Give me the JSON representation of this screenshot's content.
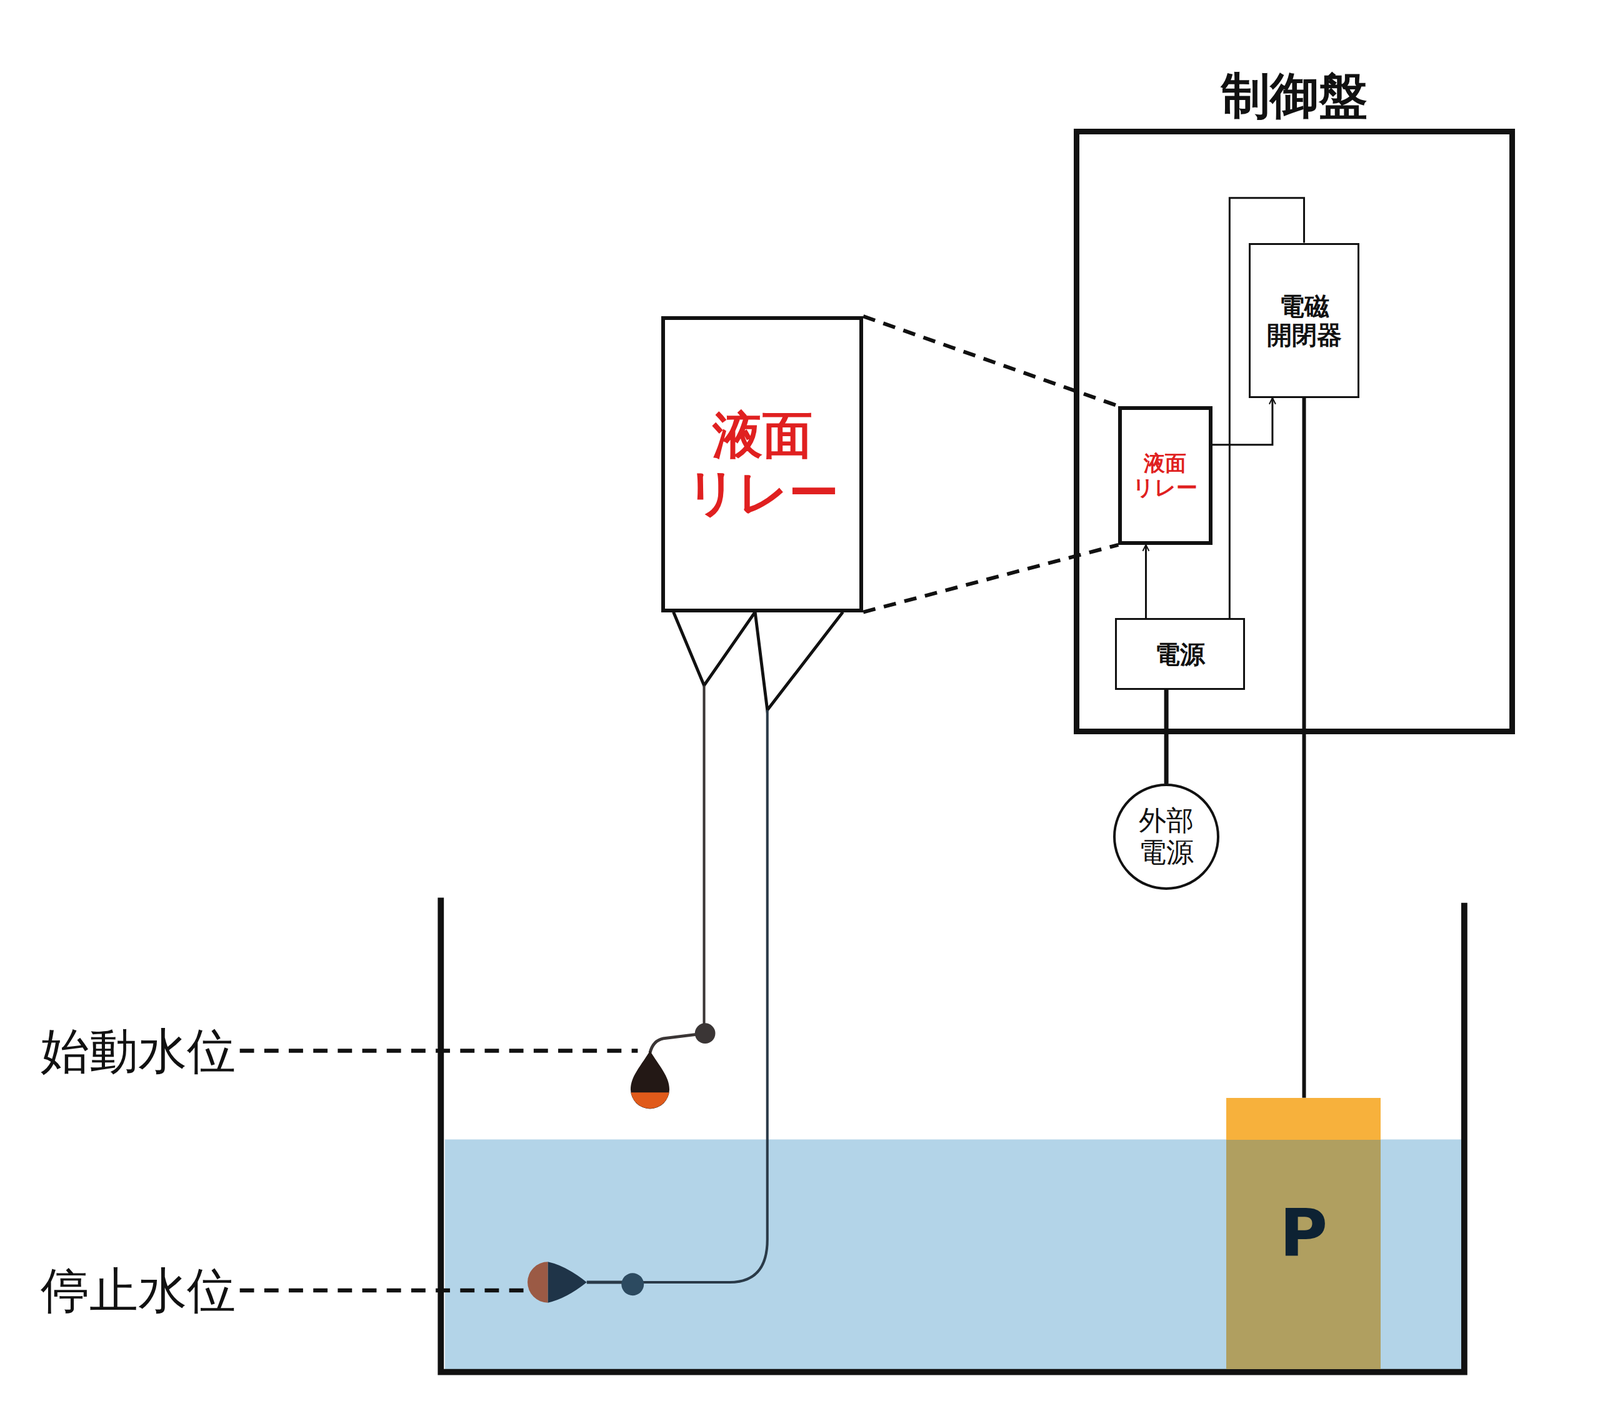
{
  "diagram": {
    "nodes": [
      {
        "text": [
          "制御盤"
        ]
      },
      {
        "text": [
          "電磁 開閉器"
        ],
        "in": 0
      },
      {
        "text": [
          "液面 リレー"
        ],
        "in": 0
      },
      {
        "text": [
          "電源"
        ],
        "in": 0
      },
      {
        "text": [
          "液面 リレー"
        ]
      },
      {
        "text": [
          "外部 電源"
        ]
      },
      {
        "text": [
          "P"
        ]
      }
    ],
    "edges": [
      {
        "from": 2,
        "to": 1,
        "arrow": "to"
      },
      {
        "from": 3,
        "to": 2,
        "arrow": "to"
      },
      {
        "from": 3,
        "to": 1,
        "arrow": "none"
      },
      {
        "from": 5,
        "to": 3,
        "arrow": "none"
      },
      {
        "from": 1,
        "to": 6,
        "arrow": "none"
      },
      {
        "from": 4,
        "to": 2,
        "arrow": "none"
      },
      {
        "from": 4,
        "to": 2,
        "arrow": "none"
      }
    ],
    "labels": [
      "始動水位",
      "停止水位"
    ]
  }
}
